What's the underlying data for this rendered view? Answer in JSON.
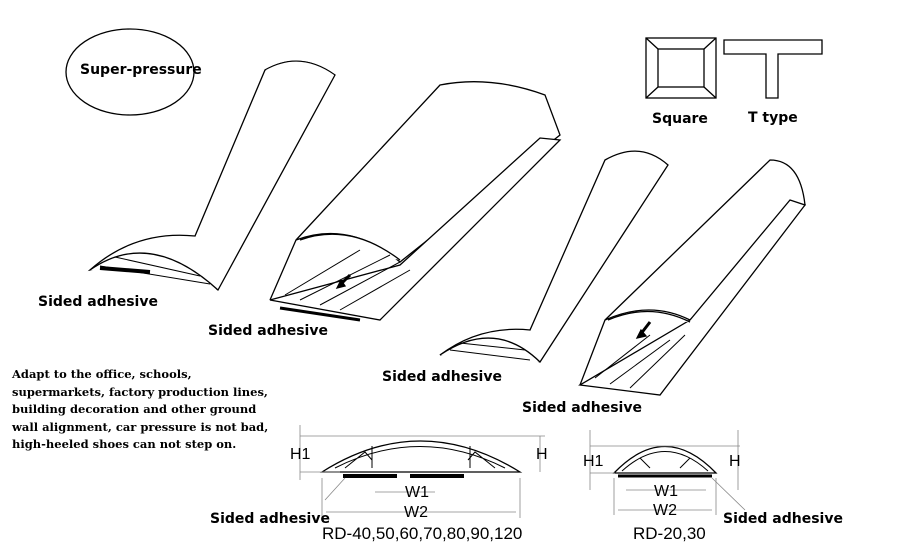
{
  "badge": {
    "text": "Super-pressure"
  },
  "shapes": [
    {
      "label": "Square"
    },
    {
      "label": "T type"
    }
  ],
  "ducts": [
    {
      "adhesive_label": "Sided adhesive"
    },
    {
      "adhesive_label": "Sided adhesive"
    },
    {
      "adhesive_label": "Sided adhesive"
    },
    {
      "adhesive_label": "Sided adhesive"
    }
  ],
  "description": [
    "Adapt to the office, schools,",
    "supermarkets, factory production lines,",
    "building decoration and other ground",
    "wall alignment, car pressure is not bad,",
    "high-heeled shoes can not step on."
  ],
  "sections": [
    {
      "model": "RD-40,50,60,70,80,90,120",
      "h1": "H1",
      "h": "H",
      "w1": "W1",
      "w2": "W2",
      "adhesive_label": "Sided adhesive"
    },
    {
      "model": "RD-20,30",
      "h1": "H1",
      "h": "H",
      "w1": "W1",
      "w2": "W2",
      "adhesive_label": "Sided adhesive"
    }
  ]
}
